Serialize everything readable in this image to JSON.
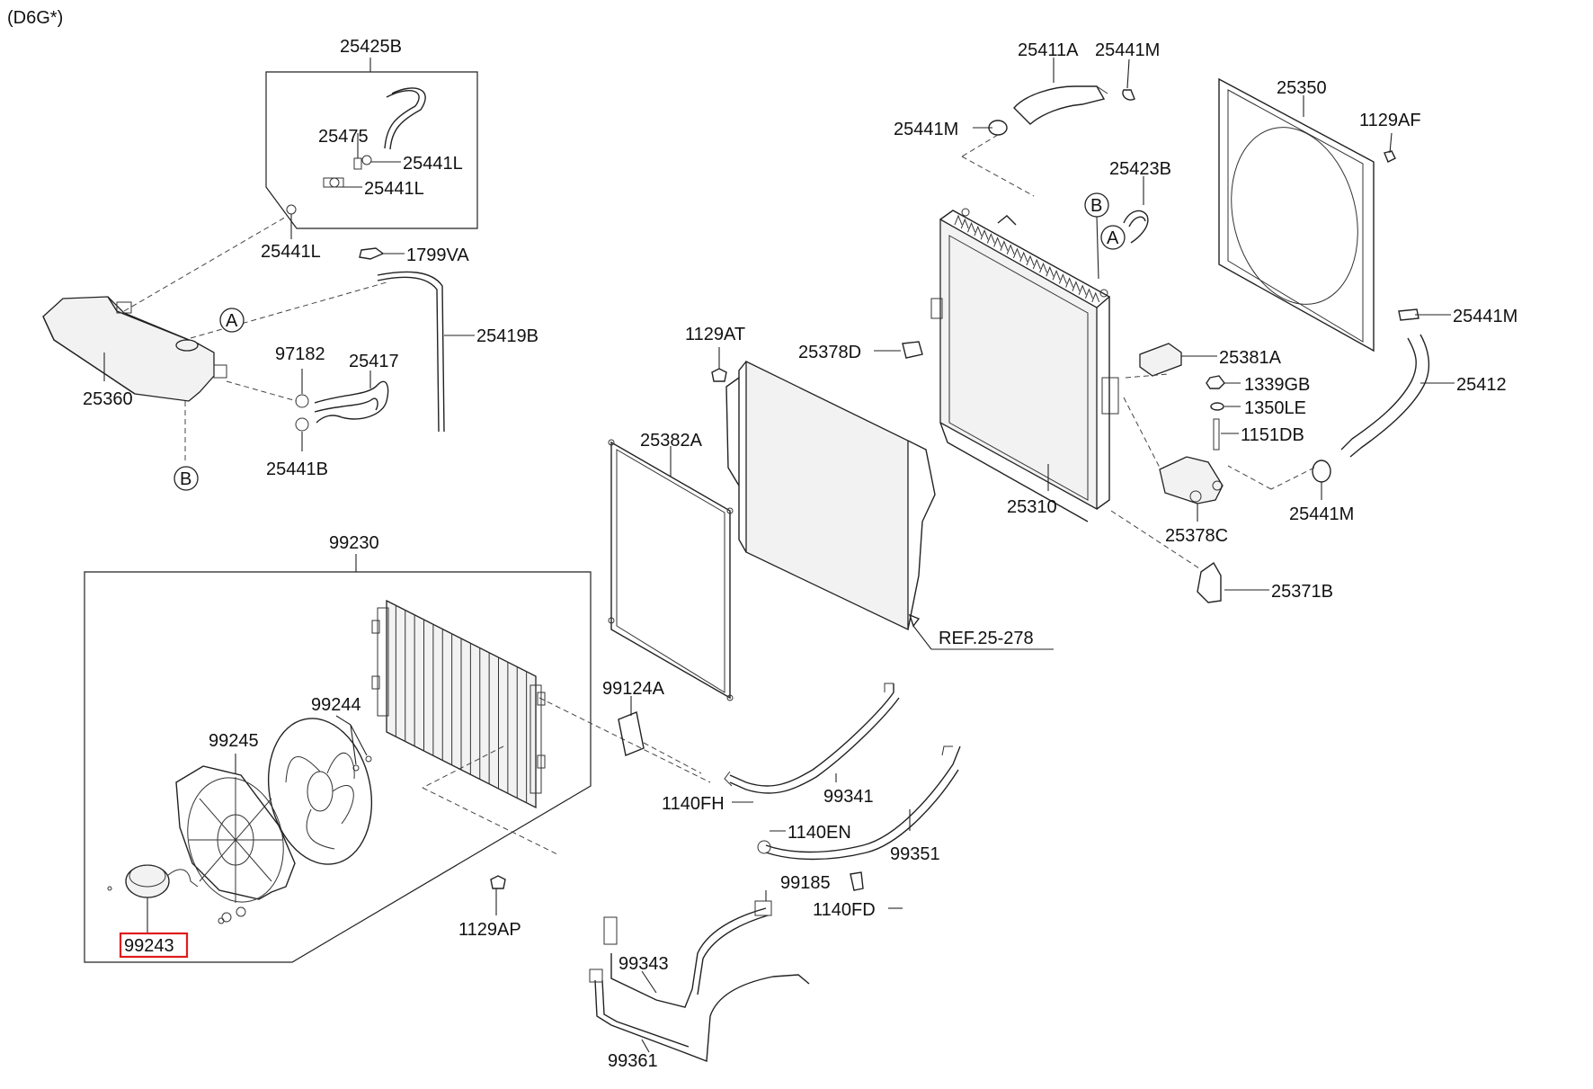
{
  "header": {
    "engine_code": "(D6G*)"
  },
  "reference": {
    "label": "REF.25-278"
  },
  "circle_markers": {
    "a": "A",
    "b": "B"
  },
  "highlight_color": "#e01b1b",
  "labels": {
    "p25425B": "25425B",
    "p25475": "25475",
    "p25441L_a": "25441L",
    "p25441L_b": "25441L",
    "p25441L_c": "25441L",
    "p1799VA": "1799VA",
    "p25419B": "25419B",
    "p25360": "25360",
    "p97182": "97182",
    "p25417": "25417",
    "p25441B": "25441B",
    "p99230": "99230",
    "p99244": "99244",
    "p99245": "99245",
    "p99243": "99243",
    "p1129AP": "1129AP",
    "p1129AT": "1129AT",
    "p25382A": "25382A",
    "p25378D": "25378D",
    "p99124A": "99124A",
    "p1140FH": "1140FH",
    "p99341": "99341",
    "p1140EN": "1140EN",
    "p99351": "99351",
    "p99185": "99185",
    "p1140FD": "1140FD",
    "p99343": "99343",
    "p99361": "99361",
    "p25411A": "25411A",
    "p25441M_a": "25441M",
    "p25441M_b": "25441M",
    "p25441M_c": "25441M",
    "p25441M_d": "25441M",
    "p25423B": "25423B",
    "p25350": "25350",
    "p1129AF": "1129AF",
    "p25412": "25412",
    "p25381A": "25381A",
    "p1339GB": "1339GB",
    "p1350LE": "1350LE",
    "p1151DB": "1151DB",
    "p25310": "25310",
    "p25378C": "25378C",
    "p25371B": "25371B"
  }
}
